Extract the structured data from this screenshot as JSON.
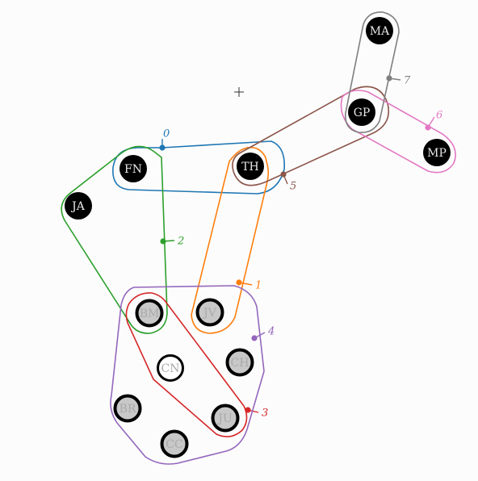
{
  "diagram": {
    "nodes": [
      {
        "id": "MA",
        "label": "MA",
        "style": "dark"
      },
      {
        "id": "GP",
        "label": "GP",
        "style": "dark"
      },
      {
        "id": "MP",
        "label": "MP",
        "style": "dark"
      },
      {
        "id": "FN",
        "label": "FN",
        "style": "dark"
      },
      {
        "id": "TH",
        "label": "TH",
        "style": "dark"
      },
      {
        "id": "JA",
        "label": "JA",
        "style": "dark"
      },
      {
        "id": "BM",
        "label": "BM",
        "style": "grey"
      },
      {
        "id": "JV",
        "label": "JV",
        "style": "grey"
      },
      {
        "id": "CN",
        "label": "CN",
        "style": "white"
      },
      {
        "id": "CH",
        "label": "CH",
        "style": "grey"
      },
      {
        "id": "BR",
        "label": "BR",
        "style": "grey"
      },
      {
        "id": "JU",
        "label": "JU",
        "style": "grey"
      },
      {
        "id": "CC",
        "label": "CC",
        "style": "grey"
      }
    ],
    "hyperedges": [
      {
        "id": "0",
        "label": "0",
        "color": "#1f77b4",
        "members": [
          "FN",
          "TH"
        ]
      },
      {
        "id": "1",
        "label": "1",
        "color": "#ff7f0e",
        "members": [
          "TH",
          "JV"
        ]
      },
      {
        "id": "2",
        "label": "2",
        "color": "#2ca02c",
        "members": [
          "FN",
          "JA",
          "BM"
        ]
      },
      {
        "id": "3",
        "label": "3",
        "color": "#d62728",
        "members": [
          "BM",
          "CN",
          "JU"
        ]
      },
      {
        "id": "4",
        "label": "4",
        "color": "#9467bd",
        "members": [
          "BM",
          "JV",
          "CN",
          "CH",
          "BR",
          "JU",
          "CC"
        ]
      },
      {
        "id": "5",
        "label": "5",
        "color": "#8c564b",
        "members": [
          "TH",
          "GP"
        ]
      },
      {
        "id": "6",
        "label": "6",
        "color": "#e377c2",
        "members": [
          "GP",
          "MP"
        ]
      },
      {
        "id": "7",
        "label": "7",
        "color": "#7f7f7f",
        "members": [
          "MA",
          "GP"
        ]
      }
    ],
    "node_colors": {
      "dark": "#000000",
      "grey": "#c8c8c8",
      "white": "#ffffff"
    },
    "crosshair_icon": "plus-cursor"
  }
}
